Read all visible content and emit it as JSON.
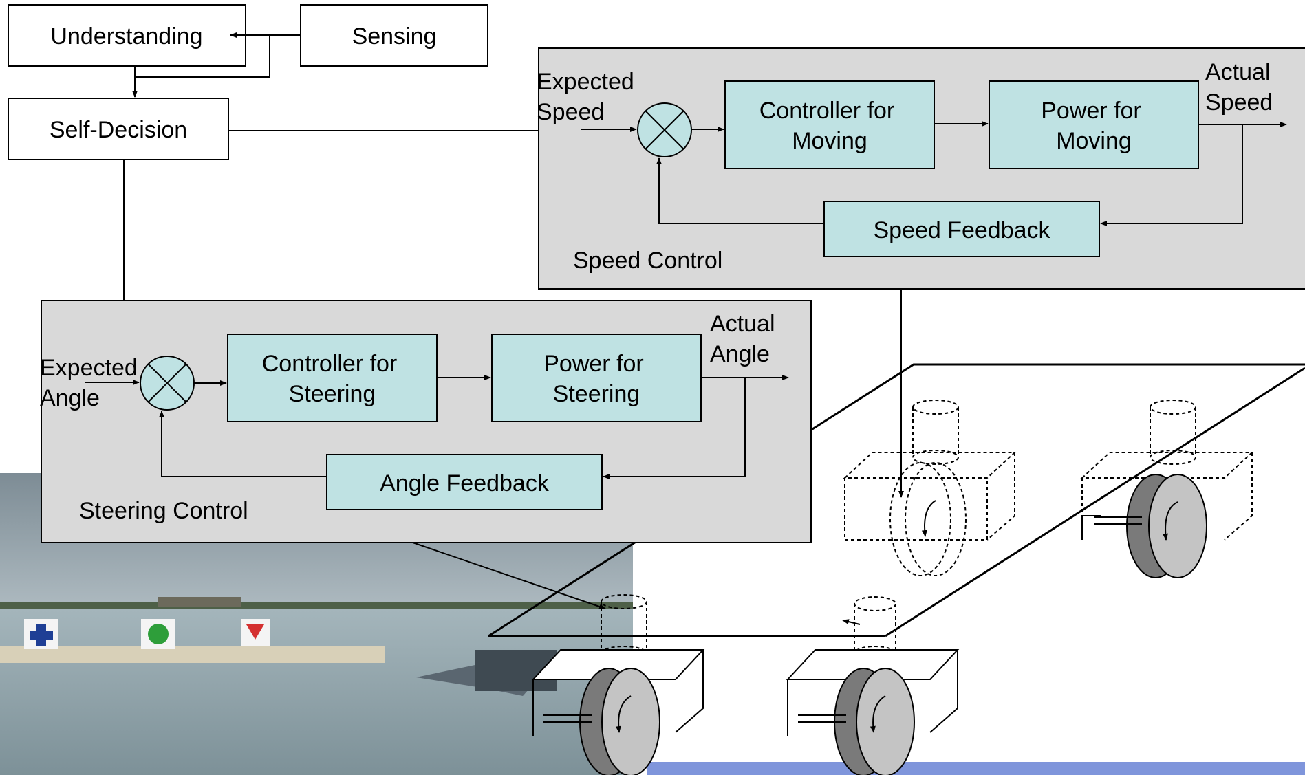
{
  "top": {
    "understanding": "Understanding",
    "sensing": "Sensing",
    "self_decision": "Self-Decision"
  },
  "speed_control": {
    "title": "Speed Control",
    "input_line1": "Expected",
    "input_line2": "Speed",
    "controller_line1": "Controller for",
    "controller_line2": "Moving",
    "power_line1": "Power for",
    "power_line2": "Moving",
    "output_line1": "Actual",
    "output_line2": "Speed",
    "feedback": "Speed Feedback"
  },
  "steering_control": {
    "title": "Steering Control",
    "input_line1": "Expected",
    "input_line2": "Angle",
    "controller_line1": "Controller for",
    "controller_line2": "Steering",
    "power_line1": "Power for",
    "power_line2": "Steering",
    "output_line1": "Actual",
    "output_line2": "Angle",
    "feedback": "Angle Feedback"
  },
  "colors": {
    "panel_fill": "#d9d9d9",
    "block_fill": "#bfe2e3",
    "water": "#8fa6ae",
    "sky": "#9fb0b8",
    "bottom_bar": "#7f95db"
  },
  "icons": {
    "summing_junction": "circle-x-icon",
    "wheel": "wheel-icon",
    "rotation": "rotation-arrow-icon"
  }
}
